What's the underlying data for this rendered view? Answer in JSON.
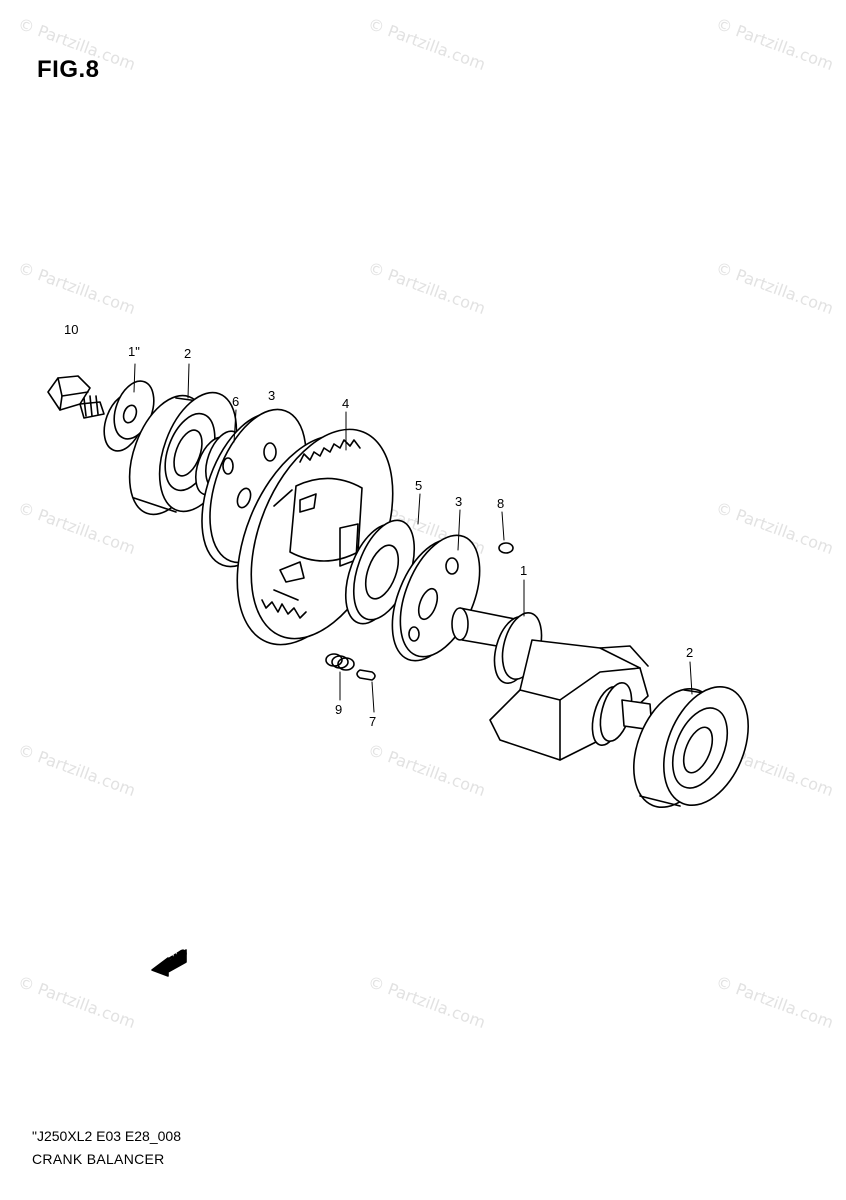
{
  "figure": {
    "title": "FIG.8"
  },
  "watermark": {
    "text": "© Partzilla.com"
  },
  "callouts": [
    {
      "id": "c10",
      "text": "10"
    },
    {
      "id": "c11",
      "text": "1\""
    },
    {
      "id": "c2a",
      "text": "2"
    },
    {
      "id": "c6",
      "text": "6"
    },
    {
      "id": "c3a",
      "text": "3"
    },
    {
      "id": "c4",
      "text": "4"
    },
    {
      "id": "c5",
      "text": "5"
    },
    {
      "id": "c3b",
      "text": "3"
    },
    {
      "id": "c8",
      "text": "8"
    },
    {
      "id": "c1",
      "text": "1"
    },
    {
      "id": "c2b",
      "text": "2"
    },
    {
      "id": "c9",
      "text": "9"
    },
    {
      "id": "c7",
      "text": "7"
    }
  ],
  "fwd_badge": {
    "text": "FWD"
  },
  "footer": {
    "code": "\"J250XL2 E03 E28_008",
    "title": "CRANK BALANCER"
  }
}
